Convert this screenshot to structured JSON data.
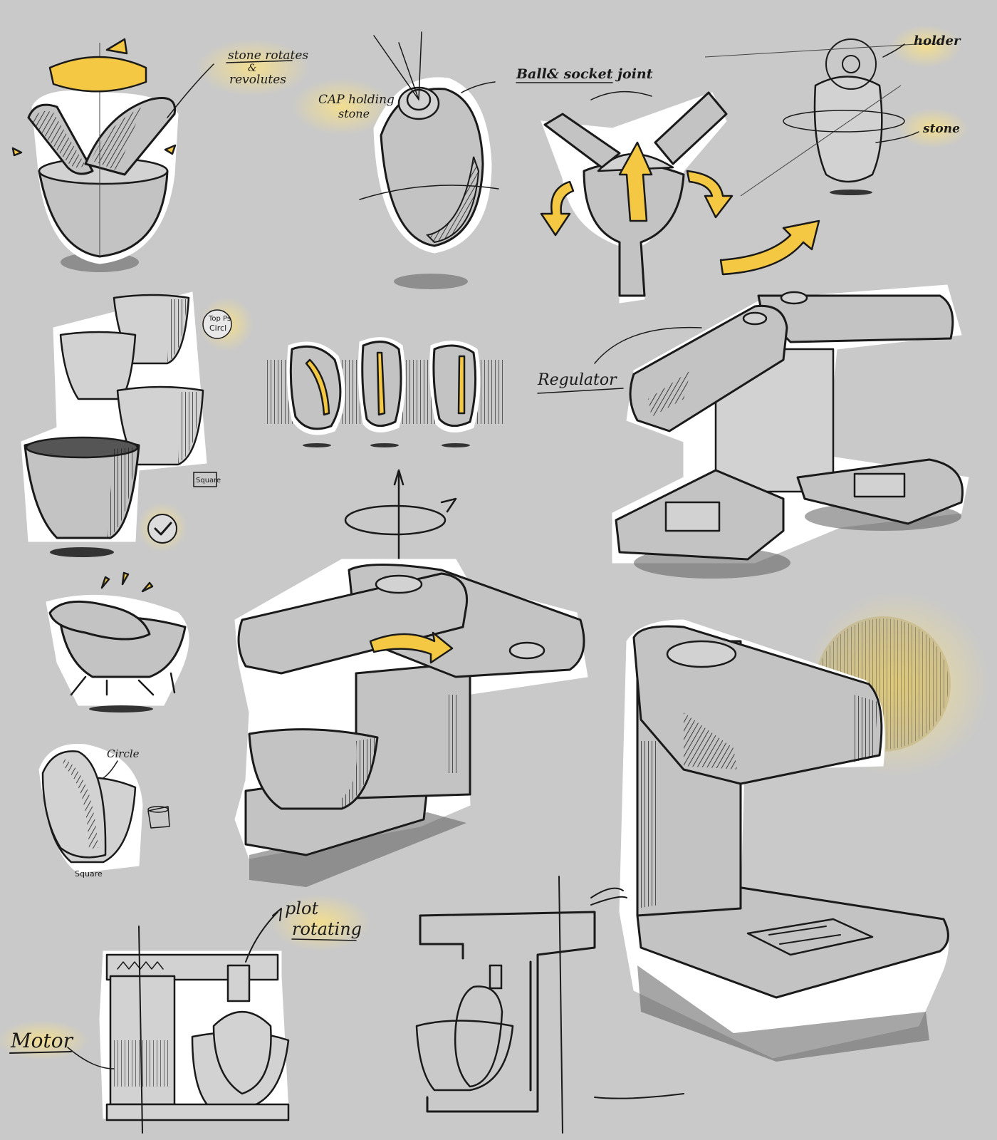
{
  "labels": {
    "stone_rotates": "stone rotates",
    "amp": "&",
    "revolutes": "revolutes",
    "cap_holding": "CAP holding",
    "stone_cap": "stone",
    "ball_socket": "Ball& socket joint",
    "holder": "holder",
    "stone": "stone",
    "top_circle_1": "Top Ps",
    "top_circle_2": "Circl",
    "square_1": "Square",
    "regulator": "Regulator",
    "circle": "Circle",
    "square_2": "Square",
    "pot_rotating_1": "plot",
    "pot_rotating_2": "rotating",
    "motor": "Motor"
  },
  "icons": {
    "check": "check-circle-icon"
  },
  "colors": {
    "background": "#c9c9c9",
    "accent_yellow": "#f4c842",
    "ink": "#1a1a1a",
    "halo": "#ffffff"
  }
}
